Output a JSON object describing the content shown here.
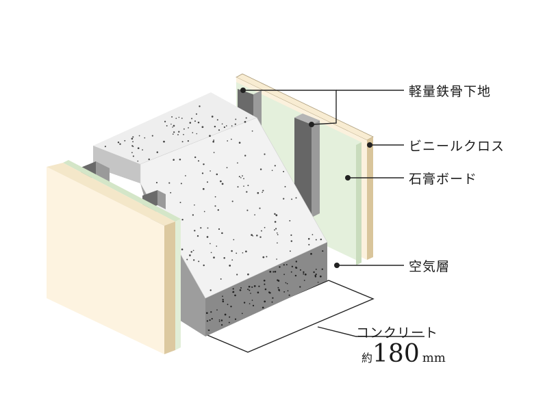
{
  "labels": {
    "steel_frame": "軽量鉄骨下地",
    "vinyl_cloth": "ビニールクロス",
    "gypsum_board": "石膏ボード",
    "air_layer": "空気層",
    "concrete": "コンクリート"
  },
  "thickness": {
    "prefix": "約",
    "value": "180",
    "unit": "mm"
  },
  "colors": {
    "cloth": "#fdf3e0",
    "cloth_edge": "#dcc9a0",
    "gypsum": "#e4f0dc",
    "gypsum_edge": "#cfe0c4",
    "concrete_top": "#ececec",
    "concrete_front": "#8c8c8c",
    "concrete_side": "#a9a9a9",
    "steel_dark": "#555555",
    "steel_light": "#8a8a8a",
    "line": "#222222"
  }
}
